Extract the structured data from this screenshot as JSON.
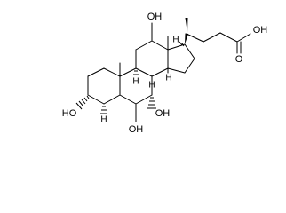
{
  "molecule": {
    "labels": {
      "oh_c12": "OH",
      "oh_c3": "HO",
      "oh_c6": "OH",
      "oh_c7": "OH",
      "carboxyl_oh": "OH",
      "carboxyl_o": "O",
      "h_c14": "H",
      "h_c8": "H",
      "h_c9": "H",
      "h_c5": "H",
      "h_c17": "H"
    },
    "colors": {
      "bond": "#000000",
      "background": "#ffffff"
    }
  }
}
